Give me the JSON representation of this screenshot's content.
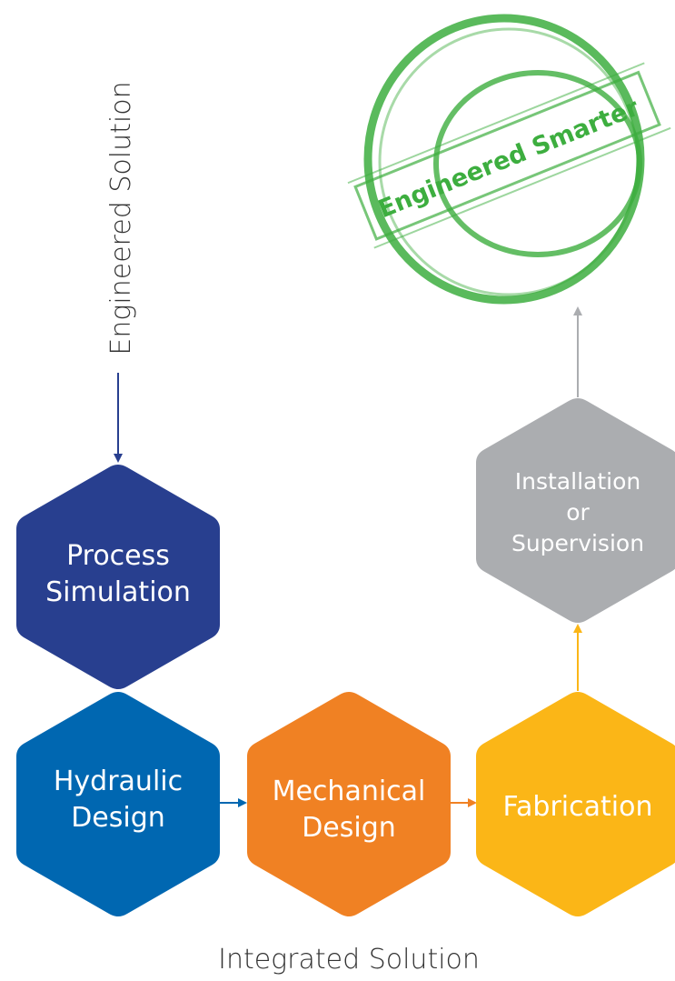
{
  "axis_labels": {
    "vertical": "Engineered Solution",
    "horizontal": "Integrated Solution"
  },
  "stamp": {
    "text": "Engineered Smarter",
    "color": "#3dae3f"
  },
  "steps": {
    "process_simulation": {
      "line1": "Process",
      "line2": "Simulation",
      "color": "#283f8f"
    },
    "hydraulic_design": {
      "line1": "Hydraulic",
      "line2": "Design",
      "color": "#0067b1"
    },
    "mechanical_design": {
      "line1": "Mechanical",
      "line2": "Design",
      "color": "#f08123"
    },
    "fabrication": {
      "line1": "Fabrication",
      "color": "#fbb617"
    },
    "installation": {
      "line1": "Installation",
      "line2": "or",
      "line3": "Supervision",
      "color": "#abadb0"
    }
  },
  "arrow_colors": {
    "vertical_in": "#283f8f",
    "hydraulic_to_mechanical": "#0067b1",
    "mechanical_to_fabrication": "#f08123",
    "fabrication_to_installation": "#fbb617",
    "installation_out": "#abadb0"
  }
}
